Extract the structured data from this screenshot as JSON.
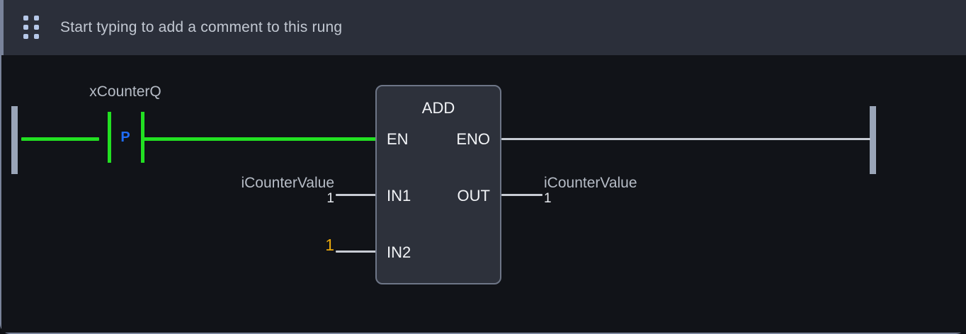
{
  "header": {
    "drag_handle_icon": "drag-dots-icon",
    "comment_placeholder": "Start typing to add a comment to this rung"
  },
  "rung": {
    "contact": {
      "label": "xCounterQ",
      "type_letter": "P",
      "type_name": "rising-edge-contact",
      "energized": true
    },
    "block": {
      "name": "ADD",
      "inputs": [
        {
          "pin": "EN"
        },
        {
          "pin": "IN1"
        },
        {
          "pin": "IN2"
        }
      ],
      "outputs": [
        {
          "pin": "ENO"
        },
        {
          "pin": "OUT"
        }
      ]
    },
    "operands": {
      "in1": {
        "name": "iCounterValue",
        "value": "1"
      },
      "in2": {
        "name": "",
        "value": "1"
      },
      "out": {
        "name": "iCounterValue",
        "value": "1"
      }
    }
  },
  "colors": {
    "energized_wire": "#22e022",
    "deenergized_wire": "#c8ccd4",
    "rail": "#9aa5b8",
    "contact_letter": "#1f6dfb",
    "literal_value": "#e8a80c",
    "block_fill": "#2d313b",
    "block_border": "#6e7687",
    "canvas_bg": "#111318",
    "header_bg": "#2b2f3a"
  }
}
